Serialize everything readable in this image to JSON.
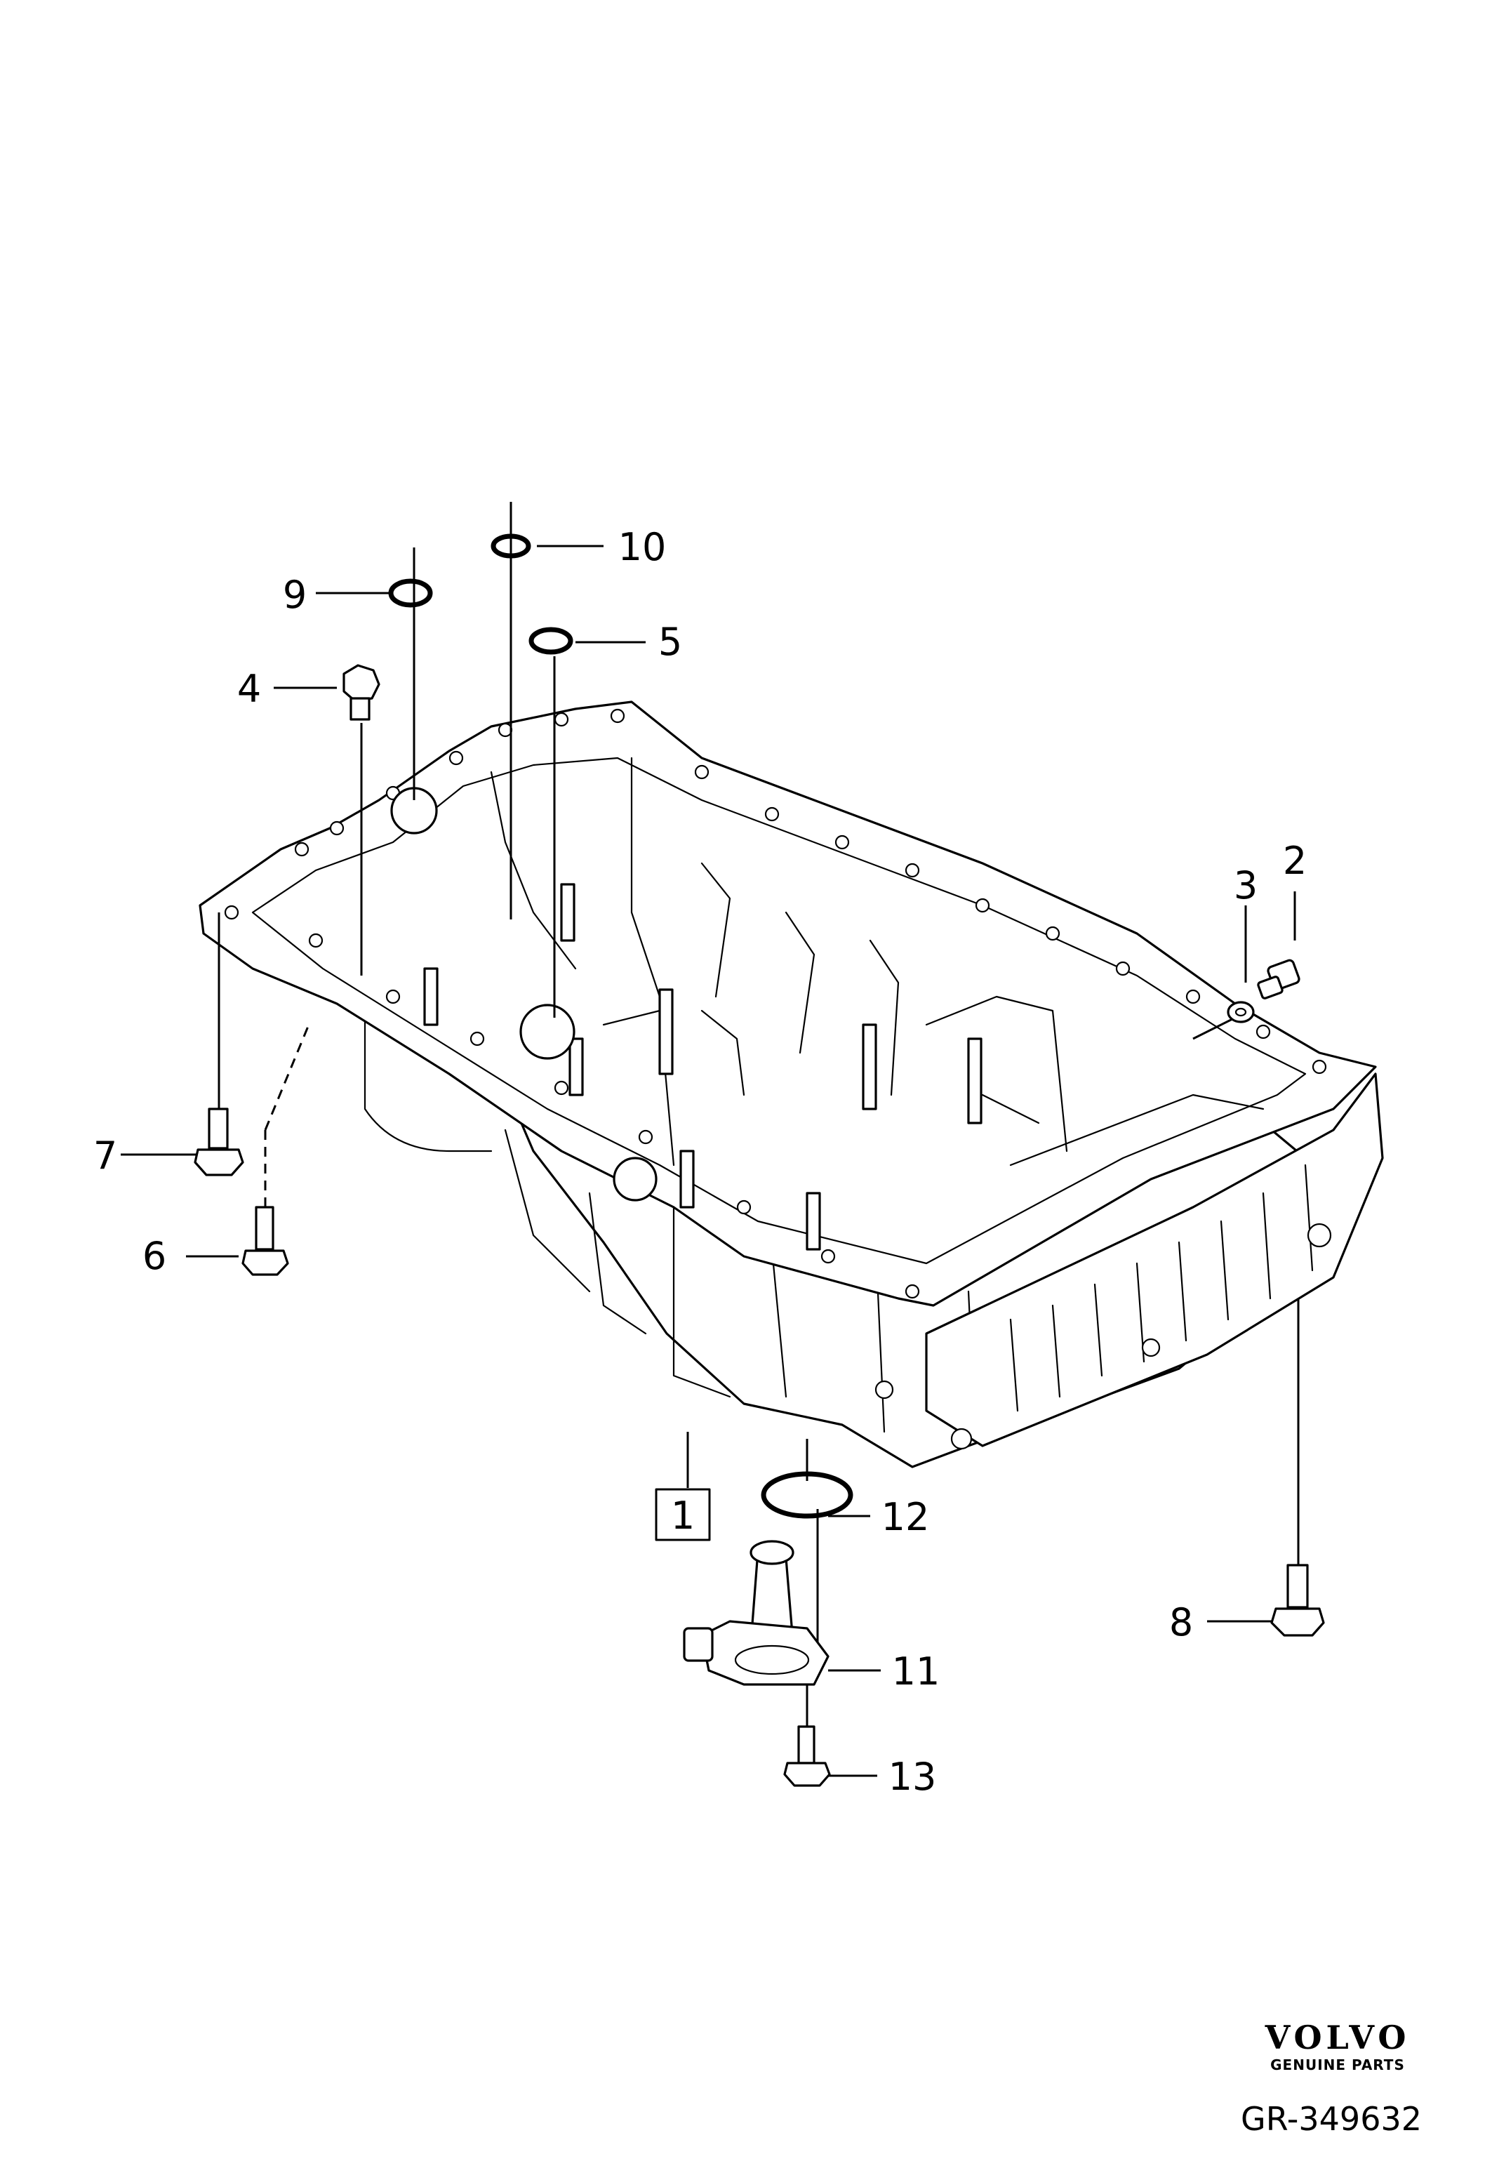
{
  "callouts": [
    {
      "id": "1",
      "label": "1",
      "boxed": true
    },
    {
      "id": "2",
      "label": "2"
    },
    {
      "id": "3",
      "label": "3"
    },
    {
      "id": "4",
      "label": "4"
    },
    {
      "id": "5",
      "label": "5"
    },
    {
      "id": "6",
      "label": "6"
    },
    {
      "id": "7",
      "label": "7"
    },
    {
      "id": "8",
      "label": "8"
    },
    {
      "id": "9",
      "label": "9"
    },
    {
      "id": "10",
      "label": "10"
    },
    {
      "id": "11",
      "label": "11"
    },
    {
      "id": "12",
      "label": "12"
    },
    {
      "id": "13",
      "label": "13"
    }
  ],
  "brand": {
    "logo": "VOLVO",
    "tagline": "GENUINE PARTS"
  },
  "figure_id": "GR-349632"
}
